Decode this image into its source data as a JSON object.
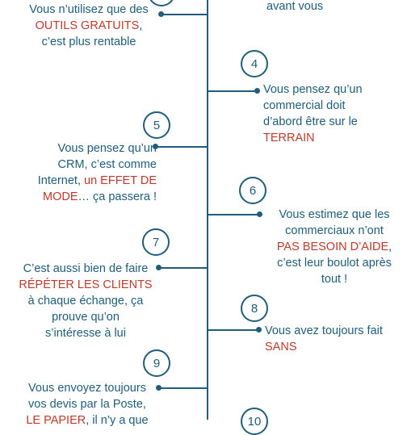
{
  "accent_color": "#1f5d7a",
  "highlight_color": "#c0392b",
  "items": [
    {
      "number": "",
      "lines": [
        [
          "Vous n’utilisez que des"
        ],
        [
          "",
          "OUTILS GRATUITS",
          ","
        ],
        [
          "c’est plus rentable"
        ]
      ]
    },
    {
      "number": "",
      "lines": [
        [
          "avant vous"
        ]
      ]
    },
    {
      "number": "4",
      "lines": [
        [
          "Vous pensez qu’un"
        ],
        [
          "commercial doit"
        ],
        [
          "d’abord être sur le"
        ],
        [
          "",
          "TERRAIN",
          ""
        ]
      ]
    },
    {
      "number": "5",
      "lines": [
        [
          "Vous pensez qu’un"
        ],
        [
          "CRM, c’est comme"
        ],
        [
          "Internet, ",
          "un EFFET DE",
          ""
        ],
        [
          "",
          "MODE",
          "… ça passera !"
        ]
      ]
    },
    {
      "number": "6",
      "lines": [
        [
          "Vous estimez que les"
        ],
        [
          "commerciaux n’ont"
        ],
        [
          "",
          "PAS BESOIN D’AIDE",
          ","
        ],
        [
          "c’est leur boulot après"
        ],
        [
          "tout !"
        ]
      ]
    },
    {
      "number": "7",
      "lines": [
        [
          "C’est aussi bien de faire"
        ],
        [
          "",
          "RÉPÉTER LES CLIENTS",
          ""
        ],
        [
          "à chaque échange, ça"
        ],
        [
          "prouve qu’on"
        ],
        [
          "s’intéresse à lui"
        ]
      ]
    },
    {
      "number": "8",
      "lines": [
        [
          "Vous avez toujours fait"
        ],
        [
          "",
          "SANS",
          ""
        ]
      ]
    },
    {
      "number": "9",
      "lines": [
        [
          "Vous envoyez toujours"
        ],
        [
          "vos devis par la Poste,"
        ],
        [
          "",
          "LE PAPIER",
          ", il n’y a que"
        ]
      ]
    },
    {
      "number": "10",
      "lines": []
    }
  ]
}
